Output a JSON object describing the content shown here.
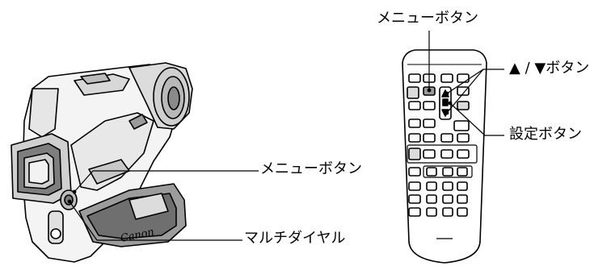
{
  "labels": {
    "camera_menu_button": "メニューボタン",
    "camera_multi_dial": "マルチダイヤル",
    "remote_menu_button": "メニューボタン",
    "remote_up_down_buttons": "▲ / ▼ボタン",
    "remote_set_button": "設定ボタン"
  },
  "brand_text": "Canon",
  "colors": {
    "line": "#000000",
    "background": "#ffffff"
  }
}
